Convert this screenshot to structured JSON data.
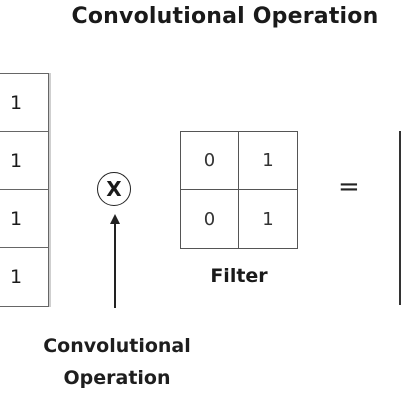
{
  "title": "Convolutional Operation",
  "input_matrix": {
    "cells": [
      "1",
      "1",
      "1",
      "1"
    ]
  },
  "operator": {
    "symbol": "X",
    "label_line1": "Convolutional",
    "label_line2": "Operation"
  },
  "filter": {
    "cells": [
      "0",
      "1",
      "0",
      "1"
    ],
    "label": "Filter"
  },
  "equals_sign": "="
}
